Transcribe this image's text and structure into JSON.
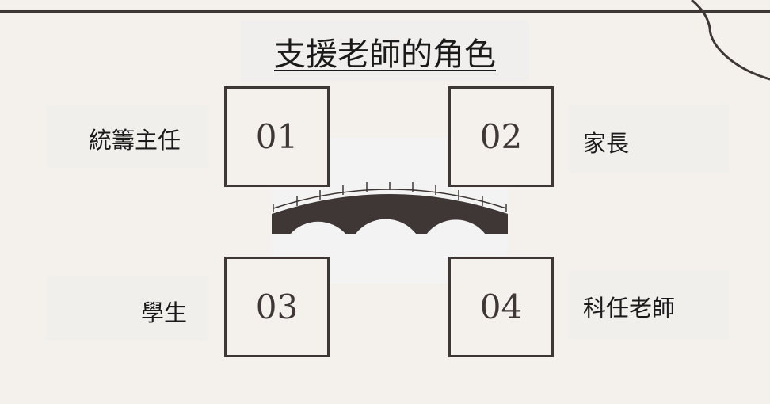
{
  "title": "支援老師的角色",
  "items": [
    {
      "number": "01",
      "label": "統籌主任"
    },
    {
      "number": "02",
      "label": "家長"
    },
    {
      "number": "03",
      "label": "學生"
    },
    {
      "number": "04",
      "label": "科任老師"
    }
  ],
  "colors": {
    "background": "#f4f1ed",
    "ink": "#3f3736"
  }
}
